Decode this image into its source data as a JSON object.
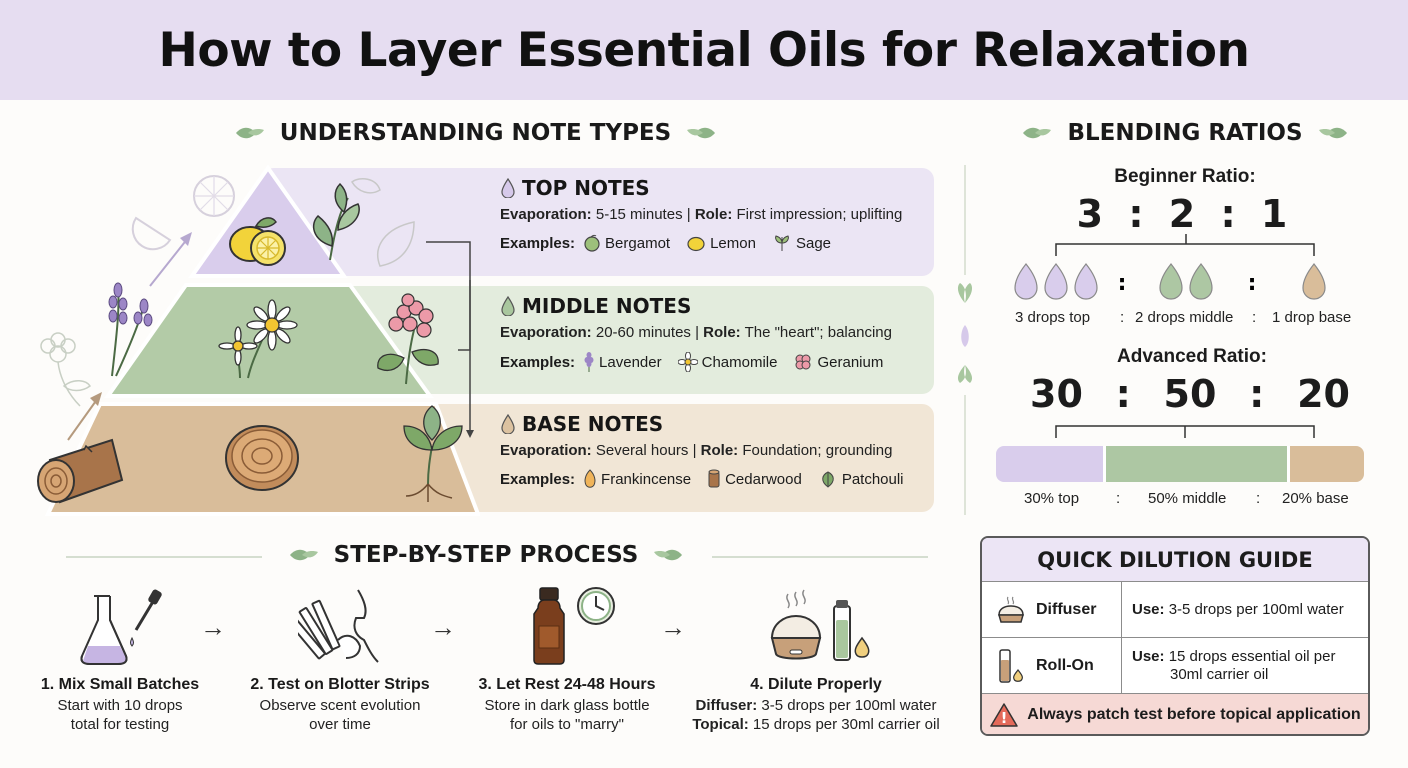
{
  "title": "How to Layer Essential Oils for Relaxation",
  "colors": {
    "top": "#d9cdec",
    "middle": "#adc7a3",
    "base": "#d9bd9a",
    "accent": "#7fa67a"
  },
  "note_types": {
    "heading": "UNDERSTANDING NOTE TYPES",
    "top": {
      "title": "TOP NOTES",
      "evap_label": "Evaporation:",
      "evap_value": "5-15 minutes |",
      "role_label": "Role:",
      "role_value": "First impression; uplifting",
      "examples_label": "Examples:",
      "examples": [
        "Bergamot",
        "Lemon",
        "Sage"
      ]
    },
    "middle": {
      "title": "MIDDLE NOTES",
      "evap_label": "Evaporation:",
      "evap_value": "20-60 minutes |",
      "role_label": "Role:",
      "role_value": "The \"heart\"; balancing",
      "examples_label": "Examples:",
      "examples": [
        "Lavender",
        "Chamomile",
        "Geranium"
      ]
    },
    "base": {
      "title": "BASE NOTES",
      "evap_label": "Evaporation:",
      "evap_value": "Several hours |",
      "role_label": "Role:",
      "role_value": "Foundation; grounding",
      "examples_label": "Examples:",
      "examples": [
        "Frankincense",
        "Cedarwood",
        "Patchouli"
      ]
    }
  },
  "blending": {
    "heading": "BLENDING RATIOS",
    "beginner_label": "Beginner Ratio:",
    "beginner_ratio": "3 : 2 : 1",
    "beginner_captions": [
      "3 drops top",
      ":",
      "2 drops middle",
      ":",
      "1 drop base"
    ],
    "beginner_drops": [
      3,
      2,
      1
    ],
    "advanced_label": "Advanced Ratio:",
    "advanced_ratio": [
      "30",
      ":",
      "50",
      ":",
      "20"
    ],
    "advanced_percent": [
      30,
      50,
      20
    ],
    "advanced_captions": [
      "30% top",
      ":",
      "50% middle",
      ":",
      "20% base"
    ]
  },
  "steps": {
    "heading": "STEP-BY-STEP PROCESS",
    "items": [
      {
        "title": "1. Mix Small Batches",
        "desc": [
          "Start with 10 drops",
          "total for testing"
        ]
      },
      {
        "title": "2. Test on Blotter Strips",
        "desc": [
          "Observe scent evolution",
          "over time"
        ]
      },
      {
        "title": "3. Let Rest 24-48 Hours",
        "desc": [
          "Store in dark glass bottle",
          "for oils to \"marry\""
        ]
      },
      {
        "title": "4. Dilute Properly",
        "desc_bold_1": "Diffuser:",
        "desc_1": "3-5 drops per 100ml water",
        "desc_bold_2": "Topical:",
        "desc_2": "15 drops per 30ml carrier oil"
      }
    ],
    "arrow": "→"
  },
  "dilution": {
    "heading": "QUICK DILUTION GUIDE",
    "rows": [
      {
        "name": "Diffuser",
        "use_label": "Use:",
        "use": "3-5 drops per 100ml water"
      },
      {
        "name": "Roll-On",
        "use_label": "Use:",
        "use": "15 drops essential oil per",
        "use2": "30ml carrier oil"
      }
    ],
    "warning_icon": "!",
    "warning": "Always patch test before topical application"
  }
}
